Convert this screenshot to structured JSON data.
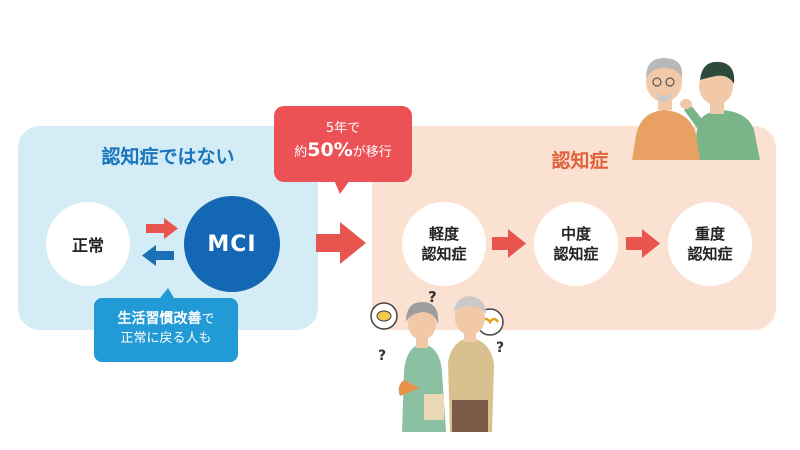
{
  "left_group": {
    "title": "認知症ではない"
  },
  "right_group": {
    "title": "認知症"
  },
  "nodes": {
    "normal": "正常",
    "mci": "MCI",
    "mild": "軽度\n認知症",
    "moderate": "中度\n認知症",
    "severe": "重度\n認知症"
  },
  "progression_callout": {
    "line1": "5年で",
    "prefix": "約",
    "percent": "50%",
    "suffix": "が移行"
  },
  "reversion_callout": {
    "strong": "生活習慣改善",
    "tail": "で",
    "line2": "正常に戻る人も"
  },
  "colors": {
    "left_panel": "#d3ecf6",
    "right_panel": "#fbe1d2",
    "accent_blue": "#1467b2",
    "accent_red": "#ec5156",
    "arrow_red": "#e8554f",
    "arrow_blue": "#1a6fb5",
    "callout_blue": "#229ad6"
  },
  "illustrations": [
    "elderly-couple-talking",
    "confused-elderly-couple"
  ]
}
